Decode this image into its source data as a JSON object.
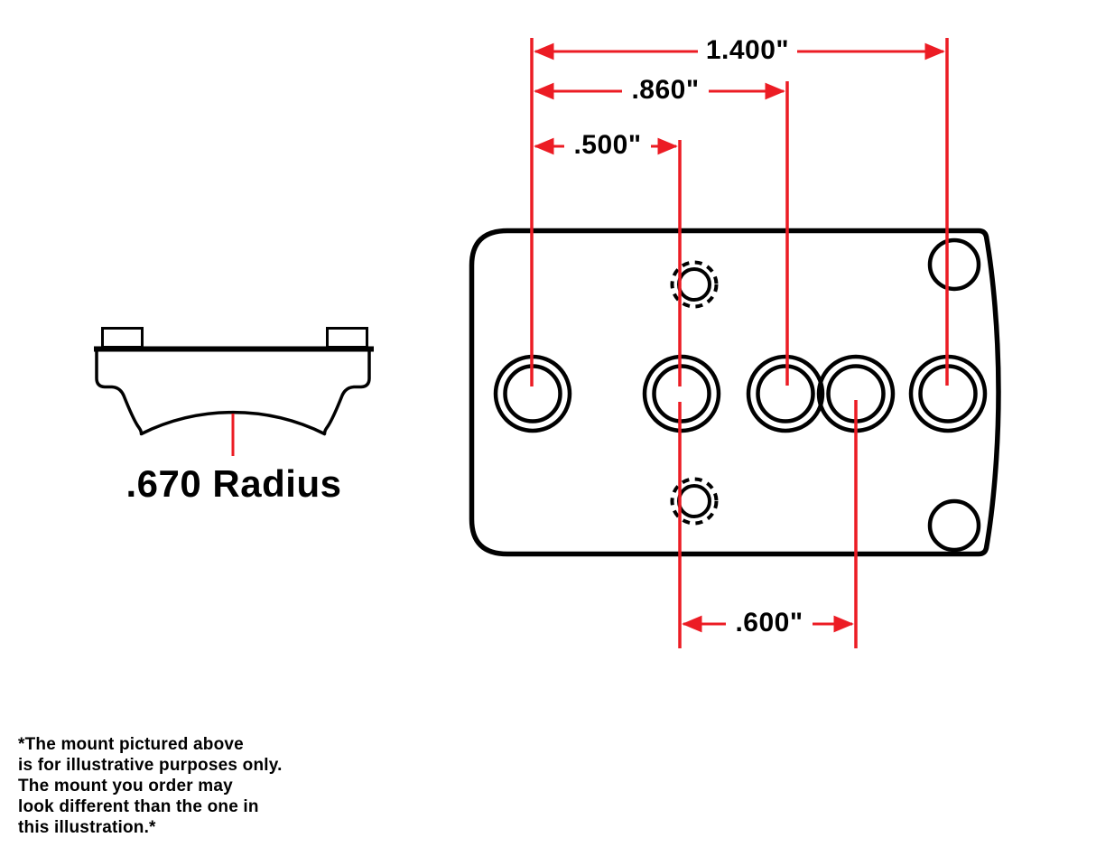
{
  "drawing": {
    "type": "technical-dimension-drawing",
    "subject": "red dot sight mount plate"
  },
  "side_view": {
    "radius_label": ".670 Radius"
  },
  "dimensions": {
    "overall": {
      "label": "1.400\""
    },
    "third_hole_offset": {
      "label": ".860\""
    },
    "second_hole_offset": {
      "label": ".500\""
    },
    "rear_hole_span": {
      "label": ".600\""
    }
  },
  "disclaimer": {
    "lines": [
      "*The mount pictured above",
      "is for illustrative purposes only.",
      "The mount you order may",
      "look different than the one in",
      "this illustration.*"
    ]
  },
  "colors": {
    "dimension_red": "#ec1c24",
    "drawing_black": "#010101",
    "background": "#ffffff"
  }
}
